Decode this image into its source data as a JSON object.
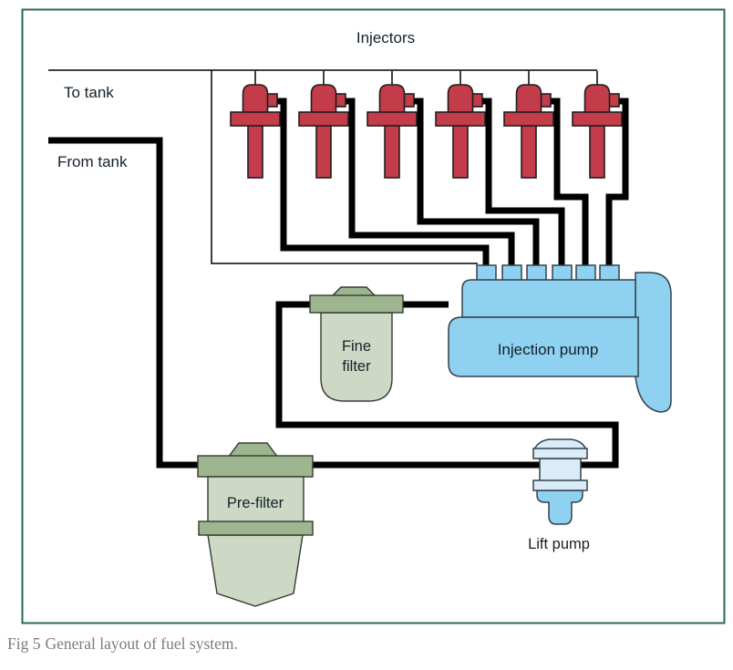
{
  "diagram": {
    "labels": {
      "injectors": "Injectors",
      "to_tank": "To tank",
      "from_tank": "From tank",
      "fine_filter_line1": "Fine",
      "fine_filter_line2": "filter",
      "injection_pump": "Injection pump",
      "pre_filter": "Pre-filter",
      "lift_pump": "Lift pump"
    },
    "injector_count": 6,
    "port_count": 6
  },
  "caption": {
    "figure": "Fig 5",
    "title": "General layout of fuel system."
  },
  "colors": {
    "frame-teal": "#2b675f",
    "pipe-black": "#000000",
    "injector-red": "#c23c49",
    "pump-blue": "#8ed1f0",
    "pale-blue": "#daecf7",
    "filter-cap-green": "#9db68f",
    "filter-body-green": "#cdd9c4",
    "label-ink": "#15202b",
    "caption-gray": "#7b7b7b"
  }
}
